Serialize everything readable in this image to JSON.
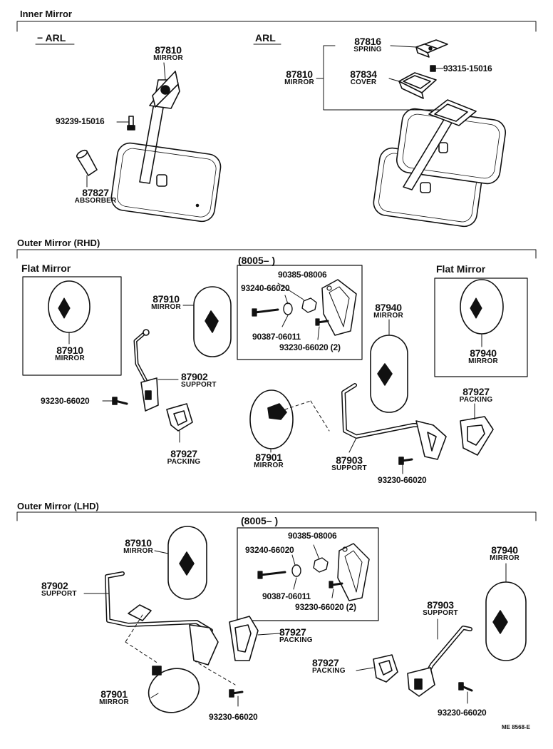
{
  "sections": {
    "inner": "Inner Mirror",
    "outer_rhd": "Outer Mirror (RHD)",
    "outer_lhd": "Outer Mirror (LHD)"
  },
  "variants": {
    "no_arl": "− ARL",
    "arl": "ARL",
    "flat_left": "Flat Mirror",
    "flat_right": "Flat Mirror",
    "range_rhd": "(8005–          )",
    "range_lhd": "(8005–          )"
  },
  "inner": {
    "p87810_a": {
      "num": "87810",
      "name": "MIRROR"
    },
    "p93239": {
      "num": "93239-15016"
    },
    "p87827": {
      "num": "87827",
      "name": "ABSORBER"
    },
    "p87816": {
      "num": "87816",
      "name": "SPRING"
    },
    "p93315": {
      "num": "93315-15016"
    },
    "p87810_b": {
      "num": "87810",
      "name": "MIRROR"
    },
    "p87834": {
      "num": "87834",
      "name": "COVER"
    }
  },
  "rhd": {
    "flat_87910": {
      "num": "87910",
      "name": "MIRROR"
    },
    "p87910": {
      "num": "87910",
      "name": "MIRROR"
    },
    "box_90385": {
      "num": "90385-08006"
    },
    "box_93240": {
      "num": "93240-66020"
    },
    "box_90387": {
      "num": "90387-06011"
    },
    "box_93230": {
      "num": "93230-66020 (2)"
    },
    "p87940": {
      "num": "87940",
      "name": "MIRROR"
    },
    "flat_87940": {
      "num": "87940",
      "name": "MIRROR"
    },
    "p87902": {
      "num": "87902",
      "name": "SUPPORT"
    },
    "p93230_a": {
      "num": "93230-66020"
    },
    "p87927_a": {
      "num": "87927",
      "name": "PACKING"
    },
    "p87901": {
      "num": "87901",
      "name": "MIRROR"
    },
    "p87903": {
      "num": "87903",
      "name": "SUPPORT"
    },
    "p87927_b": {
      "num": "87927",
      "name": "PACKING"
    },
    "p93230_b": {
      "num": "93230-66020"
    }
  },
  "lhd": {
    "p87910": {
      "num": "87910",
      "name": "MIRROR"
    },
    "p87902": {
      "num": "87902",
      "name": "SUPPORT"
    },
    "box_90385": {
      "num": "90385-08006"
    },
    "box_93240": {
      "num": "93240-66020"
    },
    "box_90387": {
      "num": "90387-06011"
    },
    "box_93230": {
      "num": "93230-66020 (2)"
    },
    "p87927_a": {
      "num": "87927",
      "name": "PACKING"
    },
    "p87940": {
      "num": "87940",
      "name": "MIRROR"
    },
    "p87903": {
      "num": "87903",
      "name": "SUPPORT"
    },
    "p87927_b": {
      "num": "87927",
      "name": "PACKING"
    },
    "p87901": {
      "num": "87901",
      "name": "MIRROR"
    },
    "p93230_a": {
      "num": "93230-66020"
    },
    "p93230_b": {
      "num": "93230-66020"
    }
  },
  "figure_code": "ME 8568-E"
}
